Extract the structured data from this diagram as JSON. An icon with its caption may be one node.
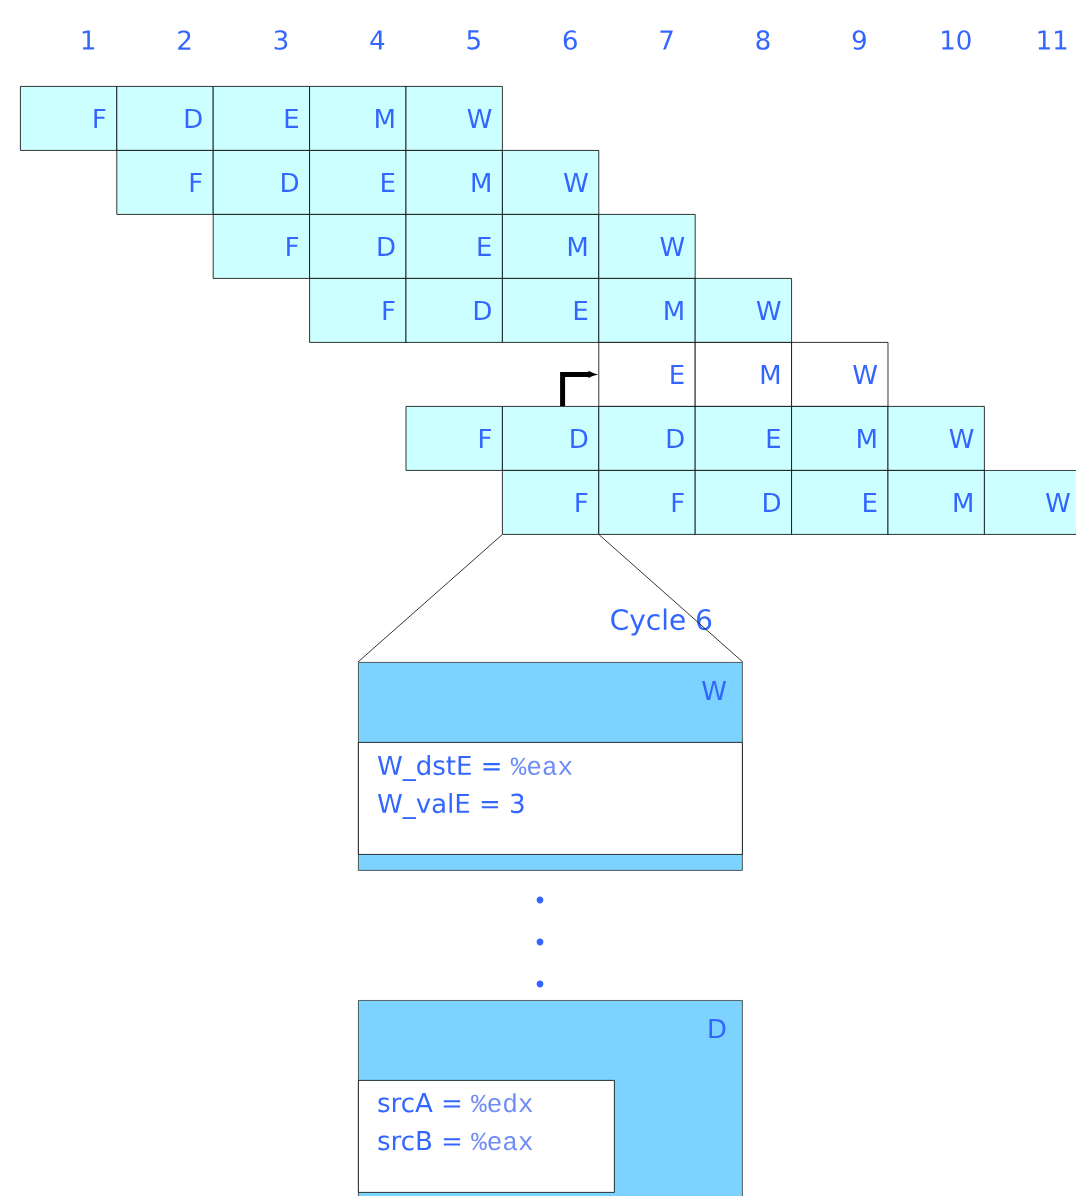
{
  "diagram": {
    "nodes": [
      {
        "text": [
          "F"
        ]
      },
      {
        "text": [
          "D"
        ]
      },
      {
        "text": [
          "E"
        ]
      },
      {
        "text": [
          "M"
        ]
      },
      {
        "text": [
          "W"
        ]
      },
      {
        "text": [
          "F"
        ]
      },
      {
        "text": [
          "D"
        ]
      },
      {
        "text": [
          "E"
        ]
      },
      {
        "text": [
          "M"
        ]
      },
      {
        "text": [
          "W"
        ]
      },
      {
        "text": [
          "F"
        ]
      },
      {
        "text": [
          "D"
        ]
      },
      {
        "text": [
          "E"
        ]
      },
      {
        "text": [
          "M"
        ]
      },
      {
        "text": [
          "W"
        ]
      },
      {
        "text": [
          "F"
        ]
      },
      {
        "text": [
          "D"
        ]
      },
      {
        "text": [
          "E"
        ]
      },
      {
        "text": [
          "M"
        ]
      },
      {
        "text": [
          "W"
        ]
      },
      {
        "text": [
          "E"
        ]
      },
      {
        "text": [
          "M"
        ]
      },
      {
        "text": [
          "W"
        ]
      },
      {
        "text": [
          "F"
        ]
      },
      {
        "text": [
          "D"
        ]
      },
      {
        "text": [
          "D"
        ]
      },
      {
        "text": [
          "E"
        ]
      },
      {
        "text": [
          "M"
        ]
      },
      {
        "text": [
          "W"
        ]
      },
      {
        "text": [
          "F"
        ]
      },
      {
        "text": [
          "F"
        ]
      },
      {
        "text": [
          "D"
        ]
      },
      {
        "text": [
          "E"
        ]
      },
      {
        "text": [
          "M"
        ]
      },
      {
        "text": [
          "W"
        ]
      },
      {
        "text": [
          "W"
        ]
      },
      {
        "text": [
          "W_dstE =",
          "%eax",
          "W_valE = 3"
        ],
        "in": 35
      },
      {
        "text": [
          "D"
        ]
      },
      {
        "text": [
          "srcA =",
          "%edx",
          "srcB =",
          "%eax"
        ],
        "in": 37
      }
    ],
    "edges": [
      {
        "from": 24,
        "to": 20,
        "arrow": "to",
        "style": "thick"
      },
      {
        "from": 29,
        "to": 35,
        "arrow": "none"
      },
      {
        "from": 29,
        "to": 35,
        "arrow": "none"
      }
    ],
    "labels": [
      "1",
      "2",
      "3",
      "4",
      "5",
      "6",
      "7",
      "8",
      "9",
      "10",
      "11",
      "Cycle 6"
    ]
  }
}
